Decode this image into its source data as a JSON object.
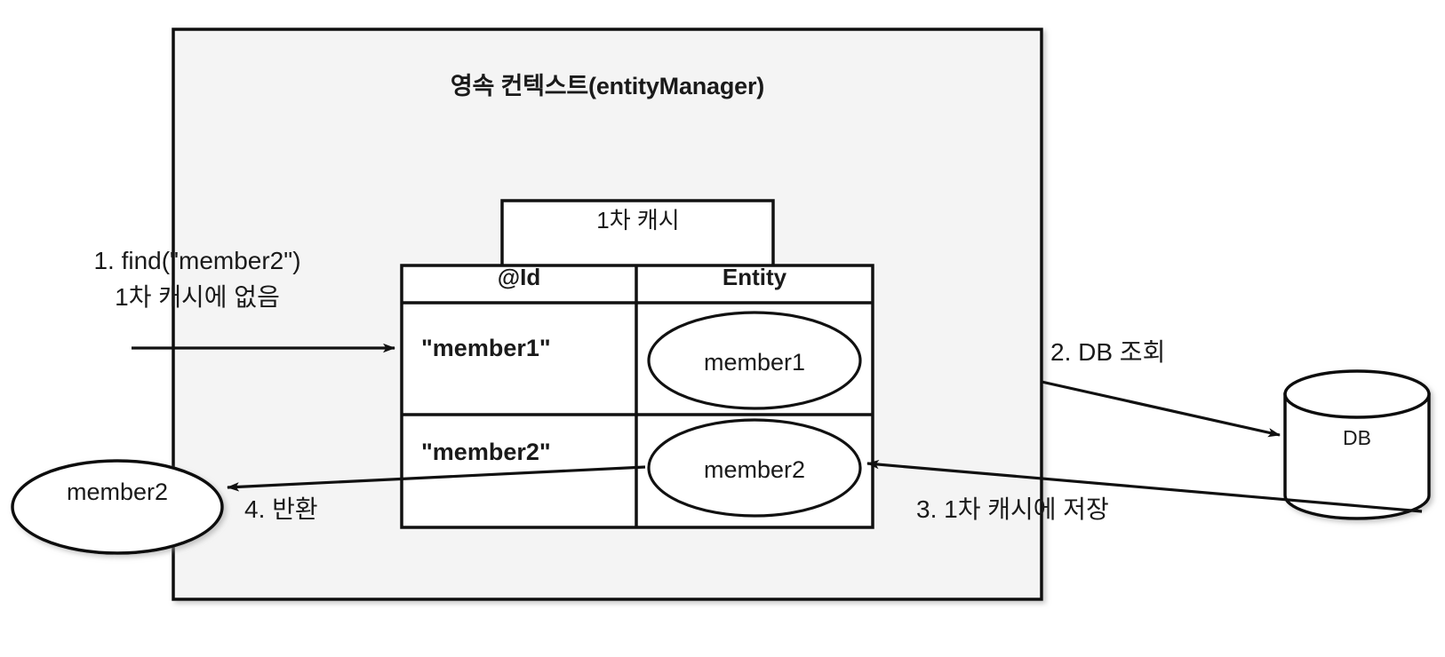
{
  "diagram": {
    "type": "flow-diagram",
    "title": "영속 컨텍스트(entityManager)",
    "background_color": "#ffffff",
    "container": {
      "label": "영속 컨텍스트(entityManager)",
      "fill": "#f4f4f4",
      "stroke": "#1a1a1a"
    },
    "cache_box": {
      "label": "1차 캐시",
      "fill": "#ffffff",
      "stroke": "#1a1a1a"
    },
    "table": {
      "columns": [
        "@Id",
        "Entity"
      ],
      "rows": [
        {
          "id": "\"member1\"",
          "entity": "member1"
        },
        {
          "id": "\"member2\"",
          "entity": "member2"
        }
      ]
    },
    "database": {
      "label": "DB",
      "shape": "cylinder",
      "fill": "#ffffff",
      "stroke": "#1a1a1a"
    },
    "returned_entity": {
      "label": "member2",
      "shape": "ellipse"
    },
    "steps": [
      {
        "n": "1",
        "line1": "1. find(\"member2\")",
        "line2": "1차 캐시에 없음"
      },
      {
        "n": "2",
        "text": "2. DB 조회"
      },
      {
        "n": "3",
        "text": "3. 1차 캐시에 저장"
      },
      {
        "n": "4",
        "text": "4. 반환"
      }
    ],
    "step1_line1": "1. find(\"member2\")",
    "step1_line2": "1차 캐시에 없음",
    "step2": "2. DB 조회",
    "step3": "3. 1차 캐시에 저장",
    "step4": "4. 반환"
  }
}
